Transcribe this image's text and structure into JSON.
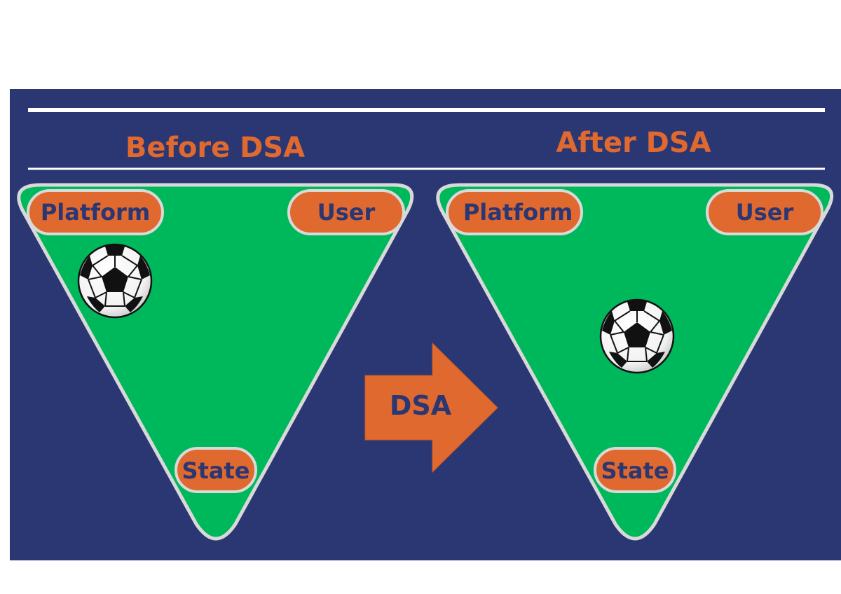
{
  "headings": {
    "before": "Before DSA",
    "after": "After DSA"
  },
  "panels": {
    "before": {
      "platform": "Platform",
      "user": "User",
      "state": "State"
    },
    "after": {
      "platform": "Platform",
      "user": "User",
      "state": "State"
    }
  },
  "arrow": {
    "label": "DSA"
  },
  "ball_position": {
    "before": "near Platform",
    "after": "center"
  },
  "colors": {
    "background": "#2b3773",
    "field": "#00b85c",
    "field_border": "#d9d9d9",
    "pill": "#e0692f",
    "pill_text": "#2b3773",
    "heading": "#e0692f",
    "rule": "#ffffff"
  }
}
